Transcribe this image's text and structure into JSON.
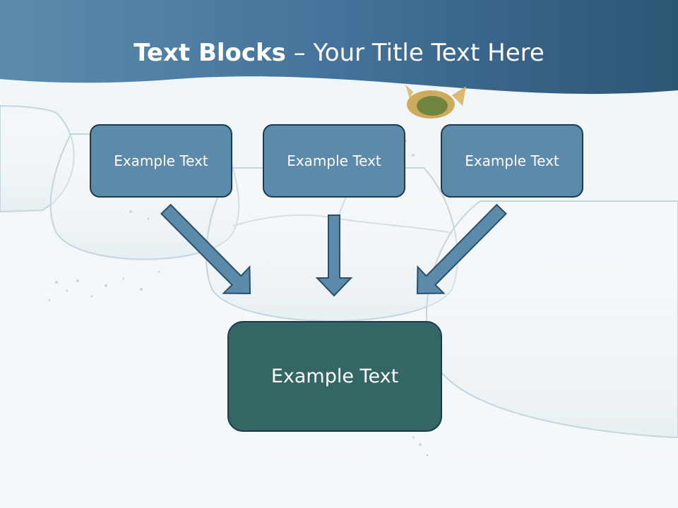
{
  "title": {
    "bold_part": "Text Blocks",
    "dash": " – ",
    "regular_part": "Your Title Text Here"
  },
  "top_blocks": [
    {
      "label": "Example Text"
    },
    {
      "label": "Example Text"
    },
    {
      "label": "Example Text"
    }
  ],
  "bottom_block": {
    "label": "Example Text"
  },
  "colors": {
    "header": "#3f6f8e",
    "top_block_fill": "#5b8aaa",
    "bottom_block_fill": "#336664",
    "arrow_fill": "#5b8aaa",
    "outline": "#1f3a4d"
  },
  "icons": {
    "background": "fishbowl-illustration",
    "fish": "goldfish-icon"
  }
}
